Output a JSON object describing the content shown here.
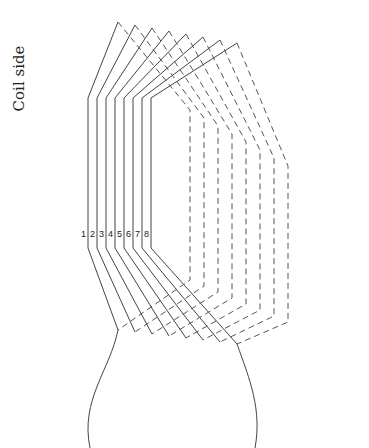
{
  "diagram": {
    "labels": [
      "Coil side",
      "1",
      "2",
      "3",
      "4",
      "5",
      "6",
      "7",
      "8"
    ]
  }
}
